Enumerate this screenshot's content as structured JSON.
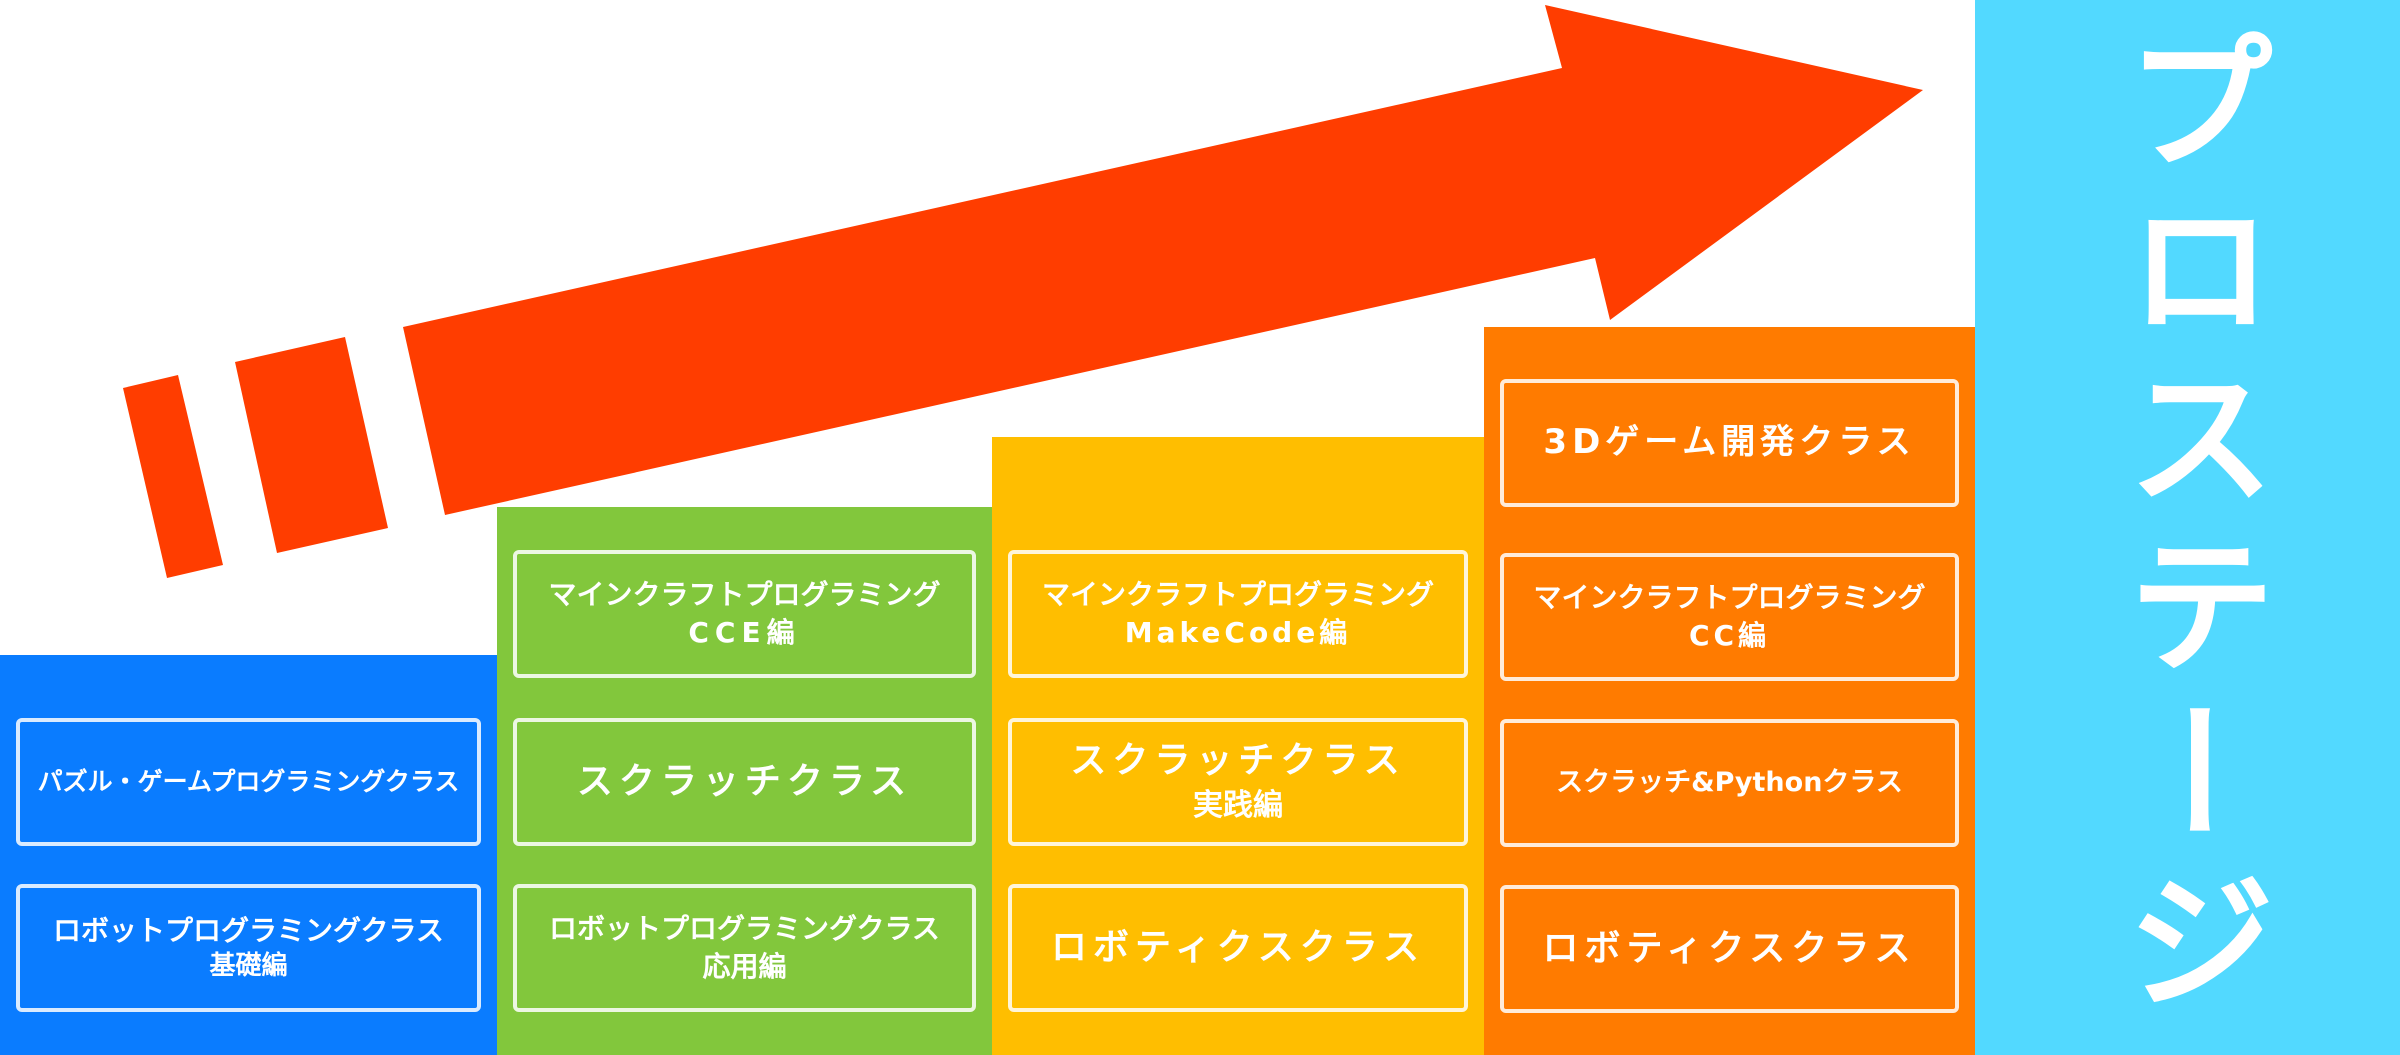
{
  "colors": {
    "arrow": "#ff3d00",
    "blue": "#0a7cff",
    "green": "#82c73c",
    "yellow": "#ffbe00",
    "orange": "#ff7b00",
    "cyan": "#52d9ff"
  },
  "steps": [
    {
      "color_key": "blue",
      "classes": [
        {
          "line1": "パズル・ゲームプログラミングクラス",
          "line2": ""
        },
        {
          "line1": "ロボットプログラミングクラス",
          "line2": "基礎編"
        }
      ]
    },
    {
      "color_key": "green",
      "classes": [
        {
          "line1": "マインクラフトプログラミング",
          "line2": "CCE編"
        },
        {
          "line1": "スクラッチクラス",
          "line2": ""
        },
        {
          "line1": "ロボットプログラミングクラス",
          "line2": "応用編"
        }
      ]
    },
    {
      "color_key": "yellow",
      "classes": [
        {
          "line1": "マインクラフトプログラミング",
          "line2": "MakeCode編"
        },
        {
          "line1": "スクラッチクラス",
          "line2": "実践編"
        },
        {
          "line1": "ロボティクスクラス",
          "line2": ""
        }
      ]
    },
    {
      "color_key": "orange",
      "classes": [
        {
          "line1": "3Dゲーム開発クラス",
          "line2": ""
        },
        {
          "line1": "マインクラフトプログラミング",
          "line2": "CC編"
        },
        {
          "line1": "スクラッチ&Pythonクラス",
          "line2": ""
        },
        {
          "line1": "ロボティクスクラス",
          "line2": ""
        }
      ]
    }
  ],
  "pro_stage": {
    "label": "プロステージ",
    "color_key": "cyan"
  }
}
